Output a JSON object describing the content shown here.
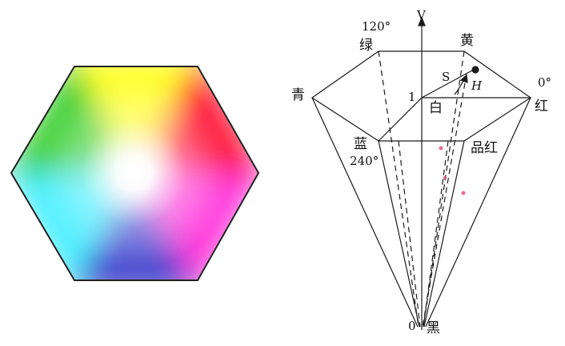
{
  "diagram": {
    "axis_label": "V",
    "angle_green": "120°",
    "angle_red": "0°",
    "angle_blue": "240°",
    "label_green": "绿",
    "label_yellow": "黄",
    "label_cyan": "青",
    "label_red": "红",
    "label_white": "白",
    "label_blue": "蓝",
    "label_magenta": "品红",
    "label_black": "黑",
    "label_S": "S",
    "label_H": "H",
    "value_top": "1",
    "value_bottom": "0"
  },
  "colors": {
    "line": "#1a1a1a",
    "hexagon_outline": "#222222",
    "red": "#ff1e3c",
    "yellow": "#ffff32",
    "green": "#46d23c",
    "cyan": "#50f0ff",
    "blue": "#5050d2",
    "magenta": "#ff3cdc",
    "center": "#ffffff",
    "stain": "#e64678"
  }
}
